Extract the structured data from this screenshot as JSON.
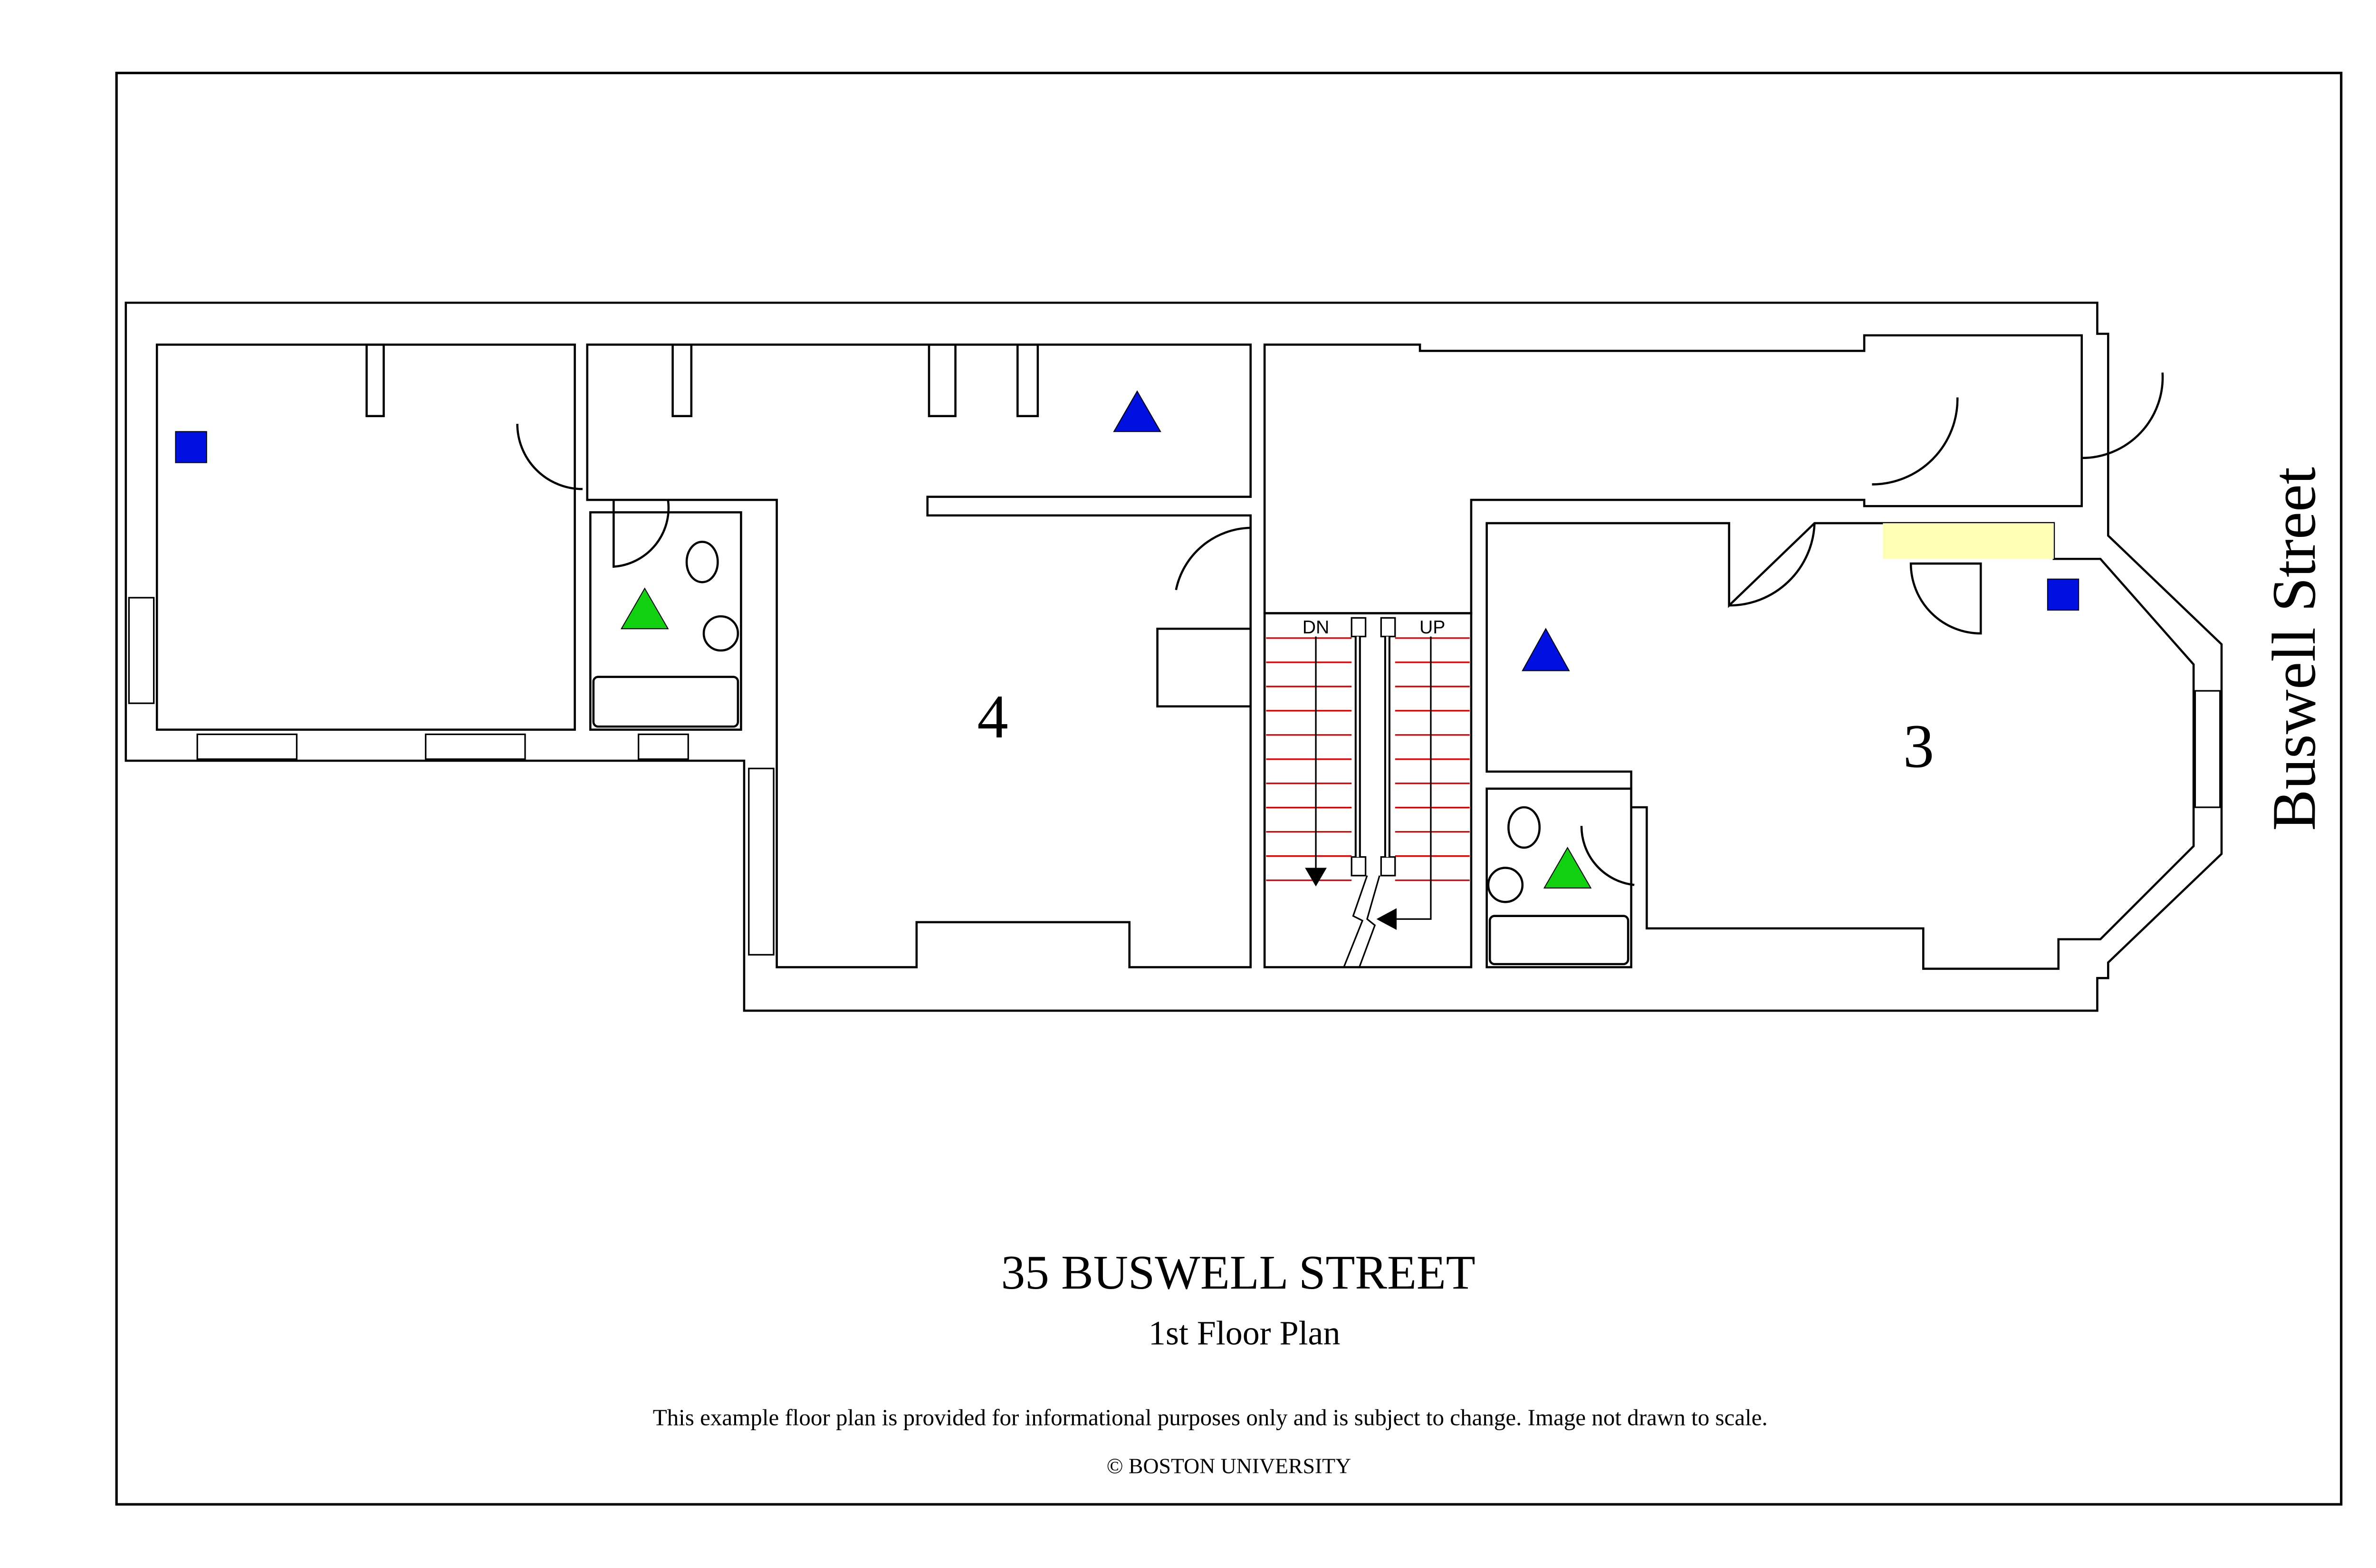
{
  "title": "35 BUSWELL STREET",
  "subtitle": "1st Floor Plan",
  "disclaimer": "This example floor plan is provided for informational purposes only and is subject to change. Image not drawn to scale.",
  "copyright": "© BOSTON UNIVERSITY",
  "street_label": "Buswell Street",
  "units": [
    {
      "label": "4",
      "color": "#b3ffff"
    },
    {
      "label": "3",
      "color": "#ffffb3"
    }
  ],
  "stairs": {
    "down_label": "DN",
    "up_label": "UP"
  },
  "markers": {
    "blue": "#0010e0",
    "green": "#10d010"
  }
}
